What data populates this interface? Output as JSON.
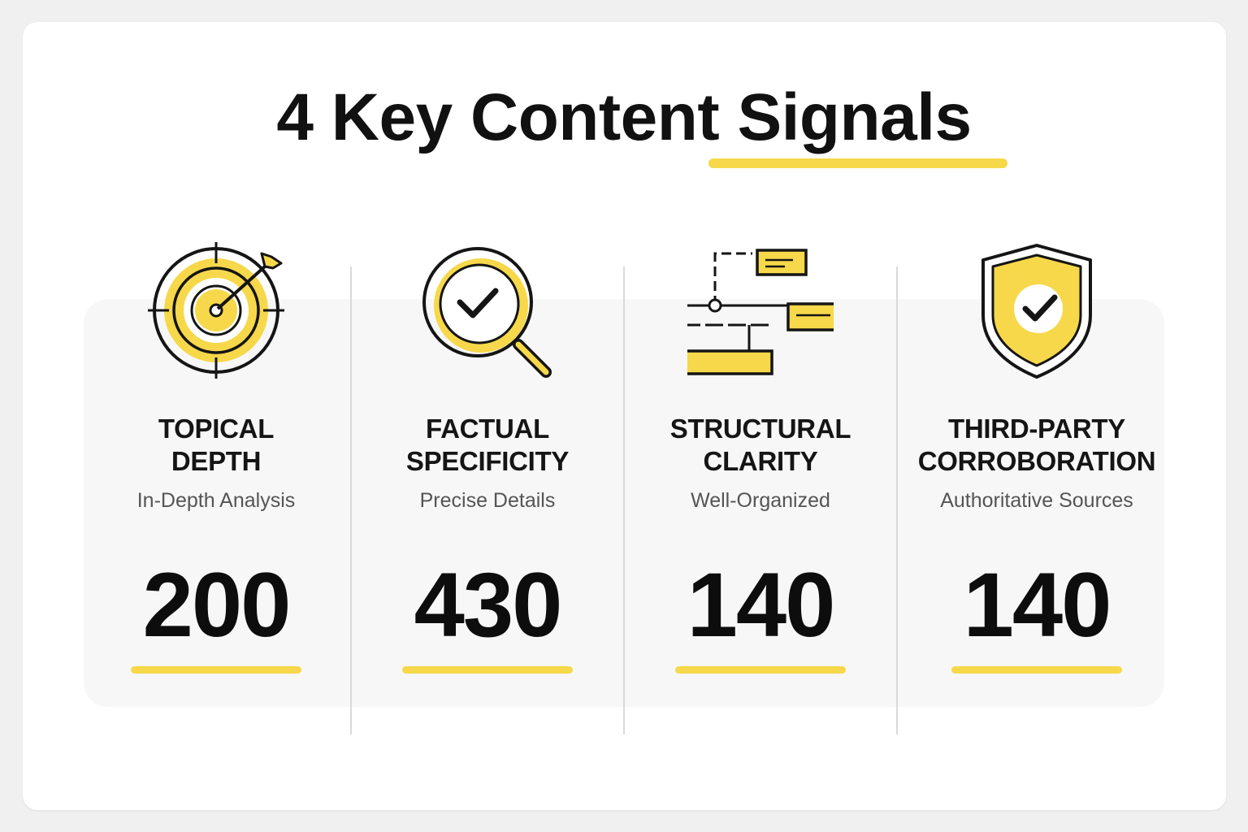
{
  "title": "4 Key Content Signals",
  "colors": {
    "accent": "#f6d84a",
    "ink": "#151515",
    "subtext": "#555555",
    "divider": "#d9d9d9"
  },
  "signals": [
    {
      "label_line1": "TOPICAL",
      "label_line2": "DEPTH",
      "subtitle": "In-Depth Analysis",
      "value": "200",
      "icon": "target-arrow-icon"
    },
    {
      "label_line1": "FACTUAL",
      "label_line2": "SPECIFICITY",
      "subtitle": "Precise Details",
      "value": "430",
      "icon": "magnifier-check-icon"
    },
    {
      "label_line1": "STRUCTURAL",
      "label_line2": "CLARITY",
      "subtitle": "Well-Organized",
      "value": "140",
      "icon": "flowchart-icon"
    },
    {
      "label_line1": "THIRD-PARTY",
      "label_line2": "CORROBORATION",
      "subtitle": "Authoritative Sources",
      "value": "140",
      "icon": "shield-check-icon"
    }
  ]
}
